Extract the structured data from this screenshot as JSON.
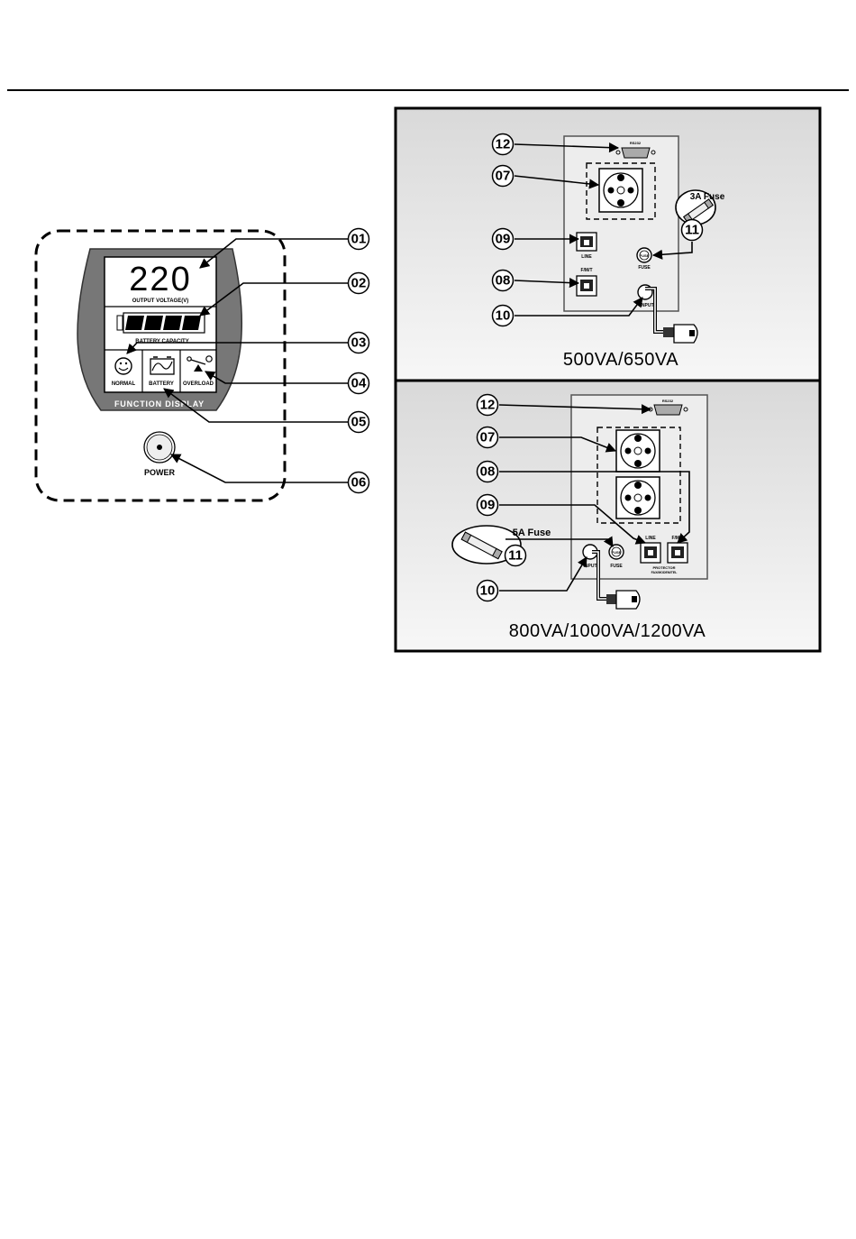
{
  "front_panel": {
    "voltage_reading": "220",
    "output_voltage_label": "OUTPUT VOLTAGE(V)",
    "battery_capacity_label": "BATTERY CAPACITY",
    "normal_label": "NORMAL",
    "battery_label": "BATTERY",
    "overload_label": "OVERLOAD",
    "function_display_label": "FUNCTION DISPLAY",
    "power_label": "POWER",
    "callouts": [
      "01",
      "02",
      "03",
      "04",
      "05",
      "06"
    ]
  },
  "rear_small": {
    "model_label": "500VA/650VA",
    "rs232_label": "RS232",
    "line_label": "LINE",
    "fmt_label": "F/M/T",
    "fuse_label": "FUSE",
    "fuse_cap_label": "FUSE",
    "input_label": "INPUT",
    "fuse_rating": "3A Fuse",
    "callouts": {
      "c12": "12",
      "c07": "07",
      "c09": "09",
      "c08": "08",
      "c10": "10",
      "c11": "11"
    }
  },
  "rear_large": {
    "model_label": "800VA/1000VA/1200VA",
    "rs232_label": "RS232",
    "line_label": "LINE",
    "fmt_label": "F/M/T",
    "fuse_label": "FUSE",
    "fuse_cap_label": "FUSE",
    "input_label": "INPUT",
    "protector_label": "PROTECTOR",
    "protector_sub_label": "FAX/MODEM/TEL",
    "fuse_rating": "5A Fuse",
    "callouts": {
      "c12": "12",
      "c07": "07",
      "c08": "08",
      "c09": "09",
      "c11": "11",
      "c10": "10"
    }
  }
}
